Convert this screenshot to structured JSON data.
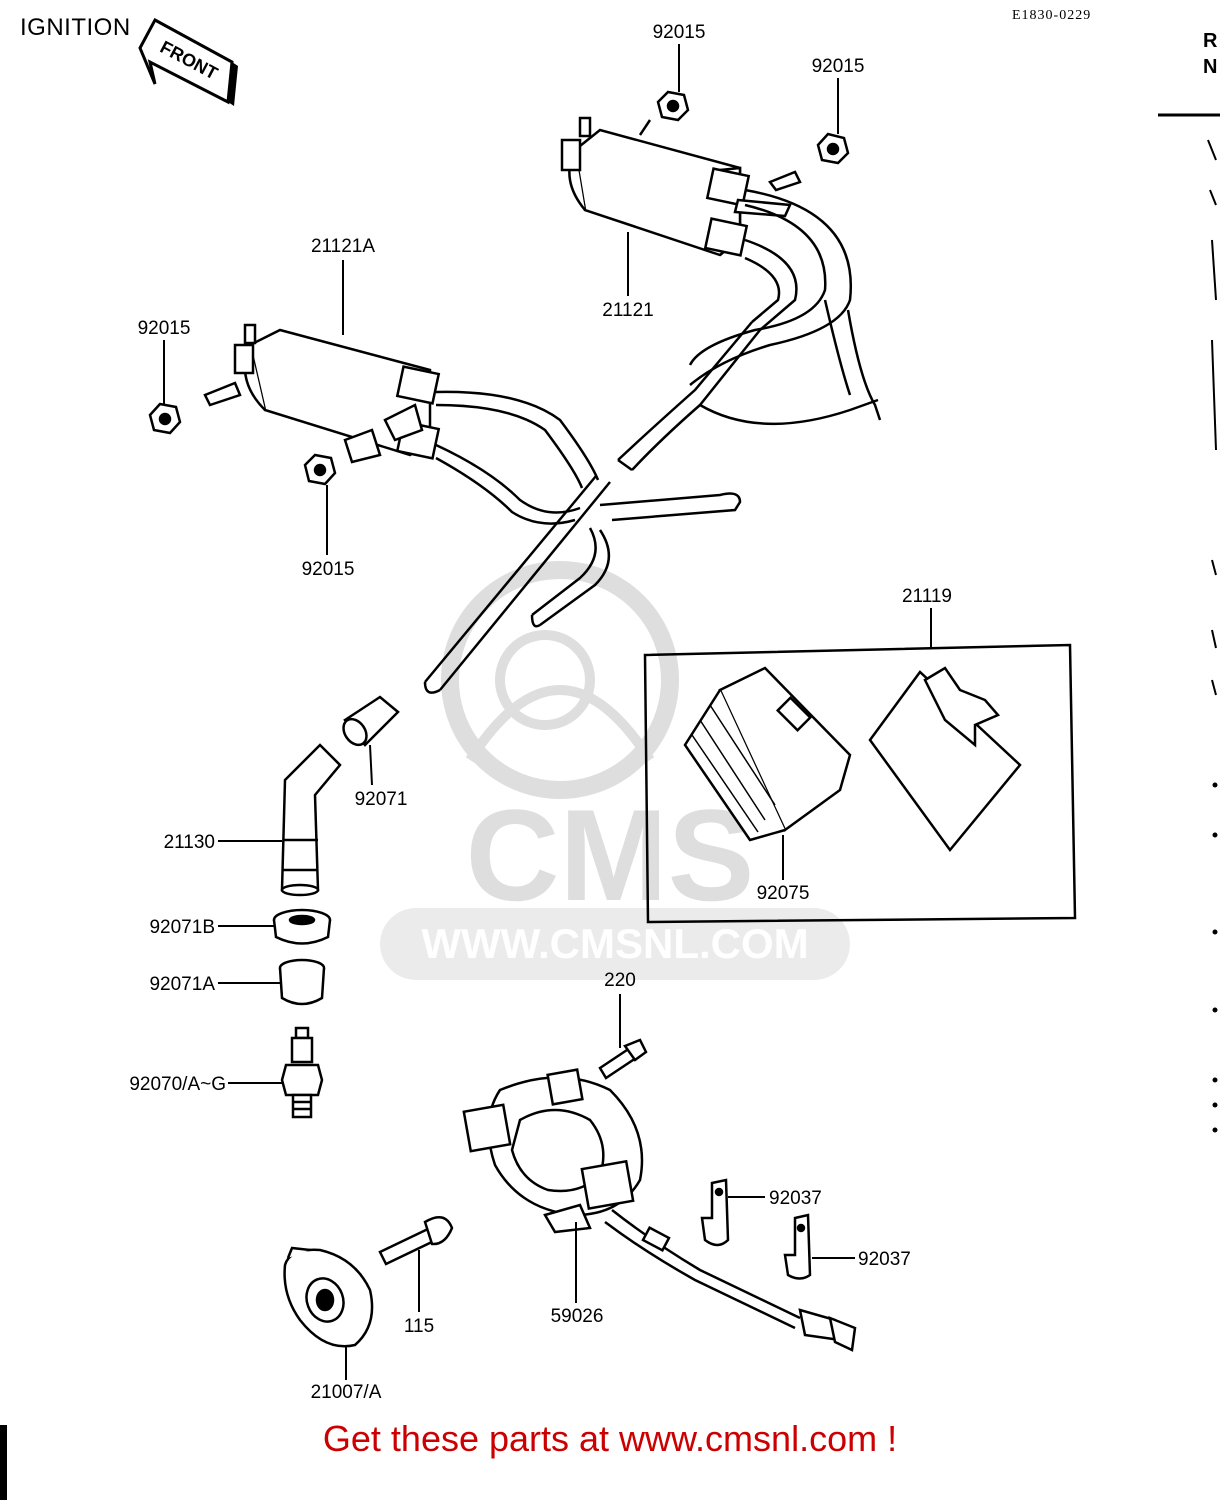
{
  "header": {
    "section_title": "IGNITION",
    "drawing_number": "E1830-0229",
    "front_label": "FRONT"
  },
  "side_table": {
    "heading_line1": "R",
    "heading_line2": "N"
  },
  "footer": {
    "cta_text": "Get these parts at www.cmsnl.com !"
  },
  "watermark": {
    "brand": "CMS",
    "url": "WWW.CMSNL.COM"
  },
  "callouts": {
    "nut_top_a": "92015",
    "nut_top_b": "92015",
    "coil_right": "21121",
    "coil_left": "21121A",
    "nut_left_upper": "92015",
    "nut_left_lower": "92015",
    "igniter_box": "21119",
    "igniter_module": "92075",
    "cap_seal": "92071",
    "plug_cap": "21130",
    "seal_b": "92071B",
    "seal_a": "92071A",
    "spark_plug": "92070/A~G",
    "bolt_220": "220",
    "clamp_upper": "92037",
    "clamp_lower": "92037",
    "pickup_coil": "59026",
    "bolt_115": "115",
    "rotor": "21007/A"
  }
}
